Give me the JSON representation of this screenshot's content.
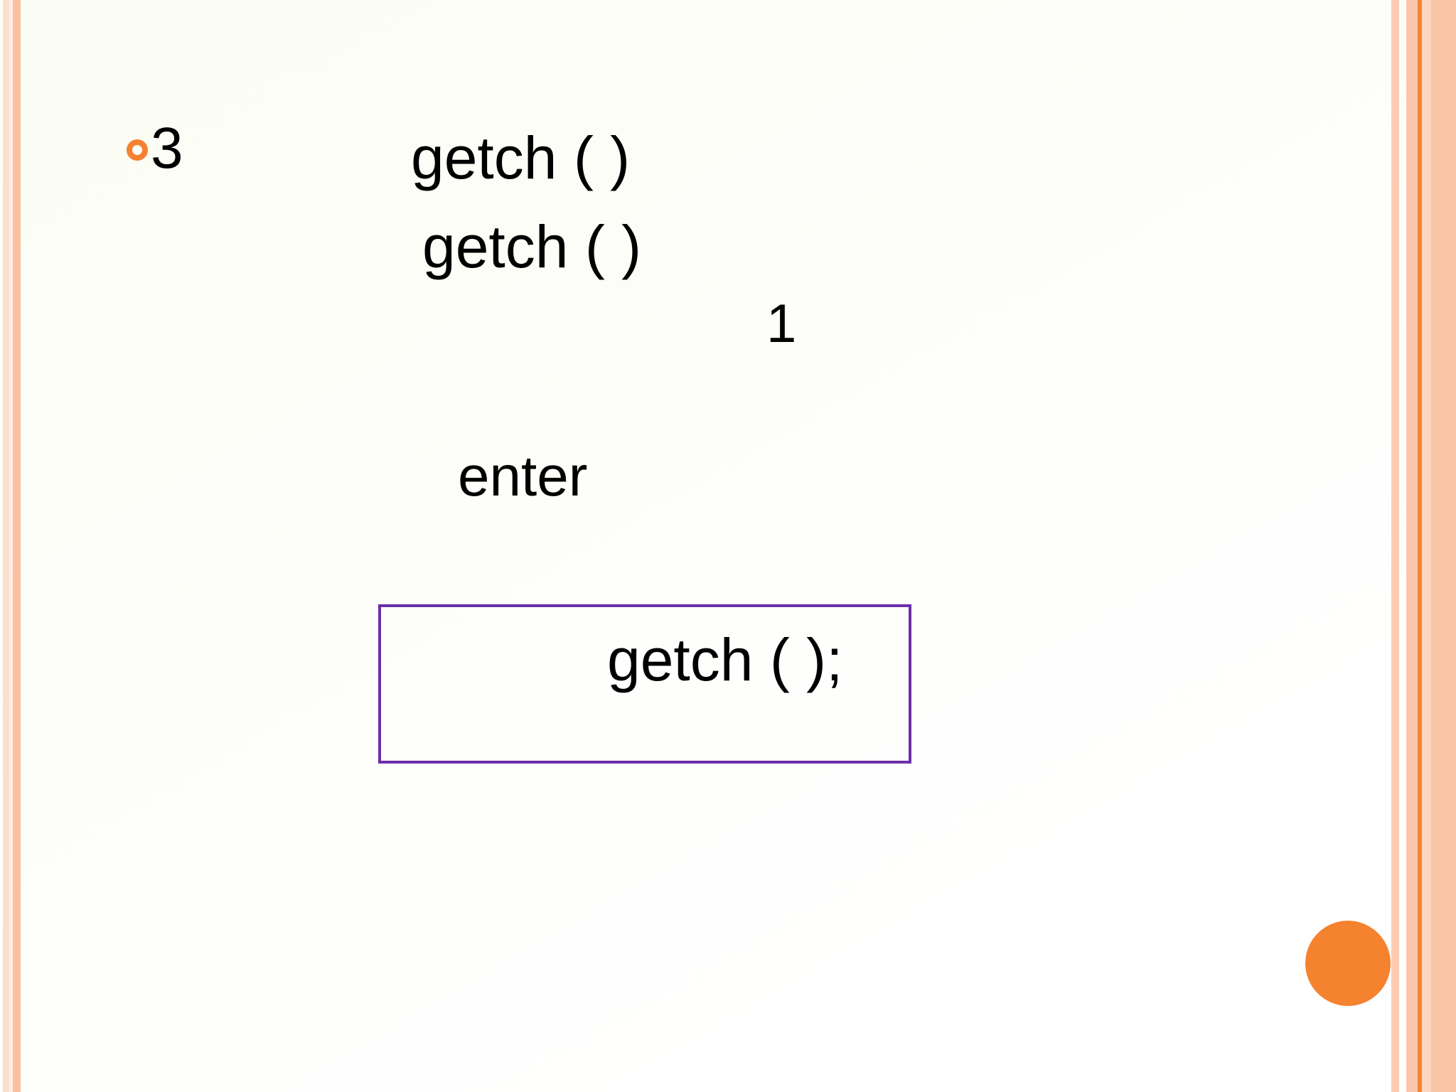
{
  "slide": {
    "background_color": "#fcfdf6",
    "accent_color": "#f5822f",
    "box_border_color": "#6b2fa8",
    "stripe_colors": [
      "#fadfcd",
      "#fdeee3",
      "#fac0a0",
      "#fbccb2",
      "#fac7ab",
      "#f58233",
      "#fcd6bf",
      "#fac5a6"
    ]
  },
  "content": {
    "bullet_marker": "ring-bullet",
    "bullet_label": "3",
    "line_getch_1": "getch ( )",
    "line_getch_2": "getch ( )",
    "line_number_one": "1",
    "line_enter": "enter",
    "code_box_text": "getch ( );"
  },
  "decorations": {
    "corner_dot": "orange-circle"
  }
}
